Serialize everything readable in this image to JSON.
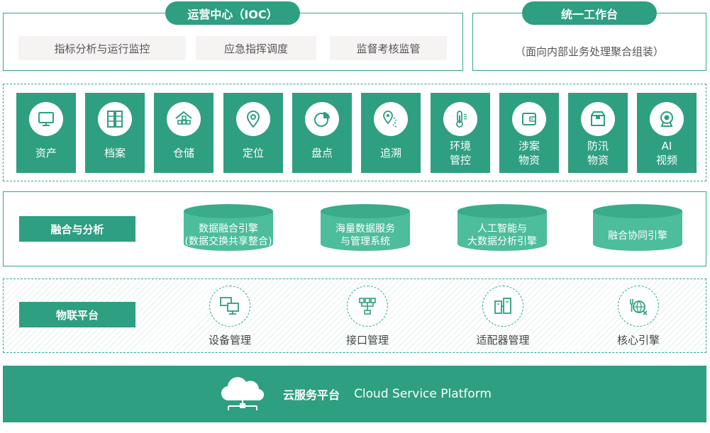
{
  "ioc": {
    "title": "运营中心（IOC）",
    "items": [
      "指标分析与运行监控",
      "应急指挥调度",
      "监督考核监管"
    ]
  },
  "workbench": {
    "title": "统一工作台",
    "subtitle": "（面向内部业务处理聚合组装）"
  },
  "modules": [
    {
      "label": "资产",
      "icon": "monitor-icon"
    },
    {
      "label": "档案",
      "icon": "archive-cabinet-icon"
    },
    {
      "label": "仓储",
      "icon": "warehouse-icon"
    },
    {
      "label": "定位",
      "icon": "location-pin-icon"
    },
    {
      "label": "盘点",
      "icon": "pie-chart-icon"
    },
    {
      "label": "追溯",
      "icon": "trace-route-icon"
    },
    {
      "label": "环境\n管控",
      "icon": "thermometer-icon"
    },
    {
      "label": "涉案\n物资",
      "icon": "wallet-icon"
    },
    {
      "label": "防汛\n物资",
      "icon": "box-icon"
    },
    {
      "label": "AI\n视频",
      "icon": "webcam-icon"
    }
  ],
  "fusion": {
    "title": "融合与分析",
    "items": [
      "数据融合引擎\n(数据交换共享整合)",
      "海量数据服务\n与管理系统",
      "人工智能与\n大数据分析引擎",
      "融合协同引擎"
    ]
  },
  "iot": {
    "title": "物联平台",
    "items": [
      {
        "label": "设备管理",
        "icon": "device-screens-icon"
      },
      {
        "label": "接口管理",
        "icon": "interface-nodes-icon"
      },
      {
        "label": "适配器管理",
        "icon": "adapter-icon"
      },
      {
        "label": "核心引擎",
        "icon": "core-engine-icon"
      }
    ]
  },
  "cloud": {
    "title": "云服务平台",
    "title_en": "Cloud Service Platform",
    "icon": "cloud-network-icon"
  },
  "colors": {
    "primary": "#2e9f80",
    "border": "#2eaa8a",
    "cylinder": "#4dbd9c"
  }
}
